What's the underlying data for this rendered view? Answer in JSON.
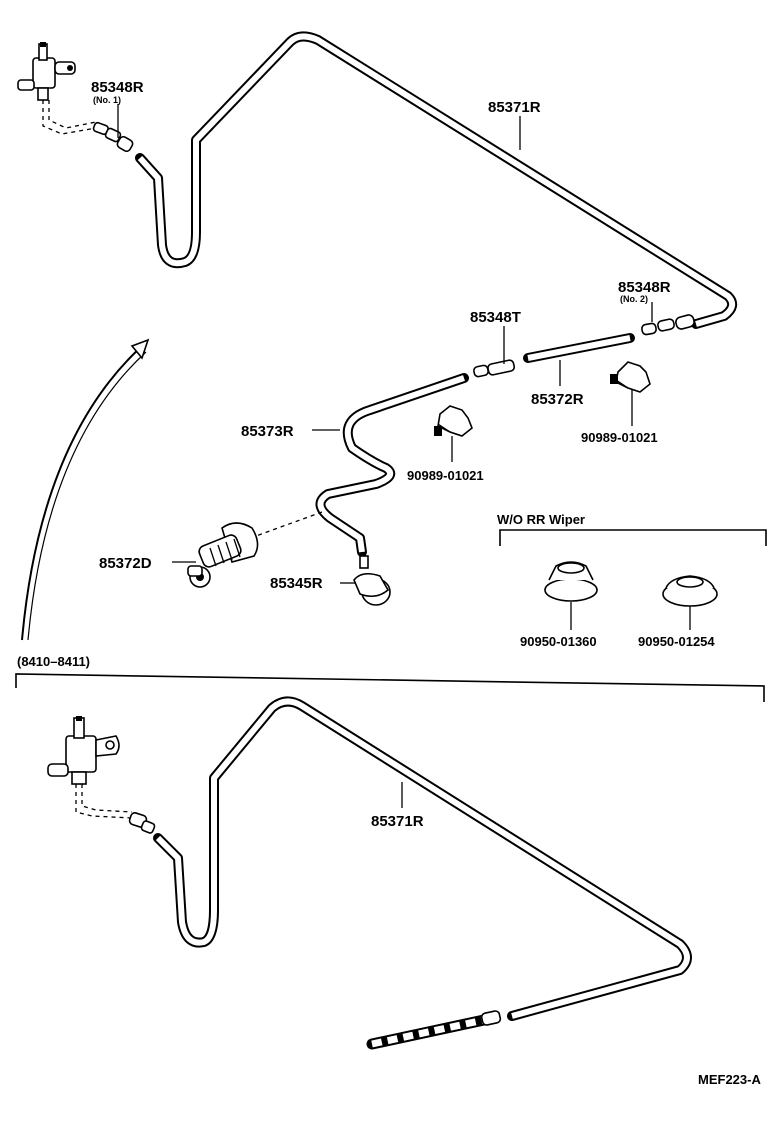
{
  "labels": {
    "p85348R_top": "85348R",
    "p85348R_top_note": "(No. 1)",
    "p85371R_top": "85371R",
    "p85348R_right": "85348R",
    "p85348R_right_note": "(No. 2)",
    "p85348T": "85348T",
    "p85372R": "85372R",
    "p90989_right": "90989-01021",
    "p85373R": "85373R",
    "p90989_left": "90989-01021",
    "p85372D": "85372D",
    "p85345R": "85345R",
    "wo_rr_wiper": "W/O RR Wiper",
    "p90950_01360": "90950-01360",
    "p90950_01254": "90950-01254",
    "range_8410_8411": "(8410–8411)",
    "p85371R_bottom": "85371R",
    "figure_code": "MEF223-A"
  }
}
